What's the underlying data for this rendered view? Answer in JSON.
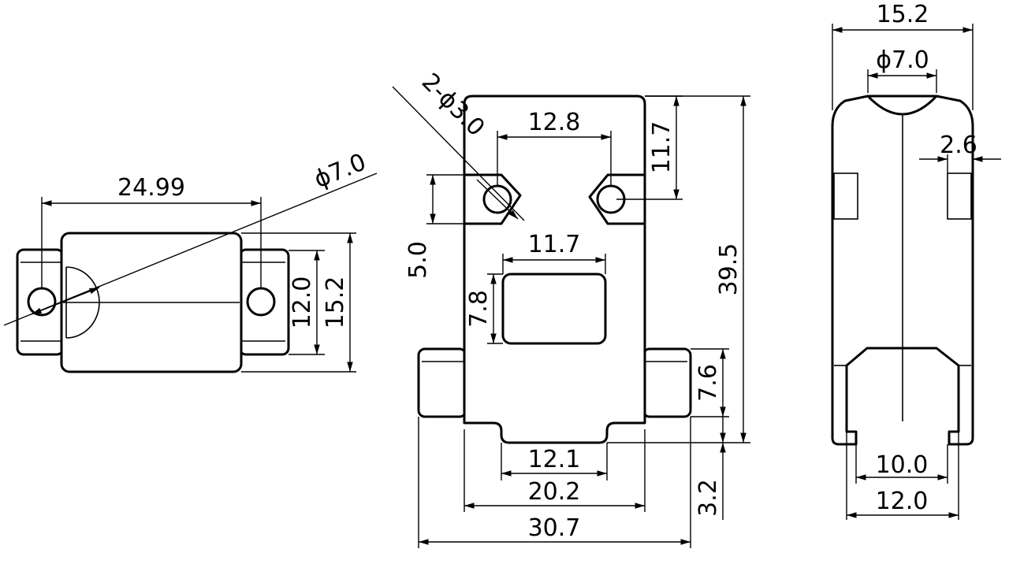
{
  "drawing": {
    "side_view_dims": {
      "width": "24.99",
      "hole_dia": "ϕ7.0",
      "inner_height": "12.0",
      "outer_height": "15.2"
    },
    "front_view_dims": {
      "holes": "2-ϕ3.0",
      "hole_spacing": "12.8",
      "top_to_hole": "11.7",
      "hole_height": "5.0",
      "window_width": "11.7",
      "window_height": "7.8",
      "total_height": "39.5",
      "flange_height": "7.6",
      "bottom_step": "3.2",
      "tab_width": "12.1",
      "body_width": "20.2",
      "total_width": "30.7"
    },
    "end_view_dims": {
      "width": "15.2",
      "cable_dia": "ϕ7.0",
      "wall": "2.6",
      "inner_width": "10.0",
      "outer_width": "12.0"
    }
  }
}
